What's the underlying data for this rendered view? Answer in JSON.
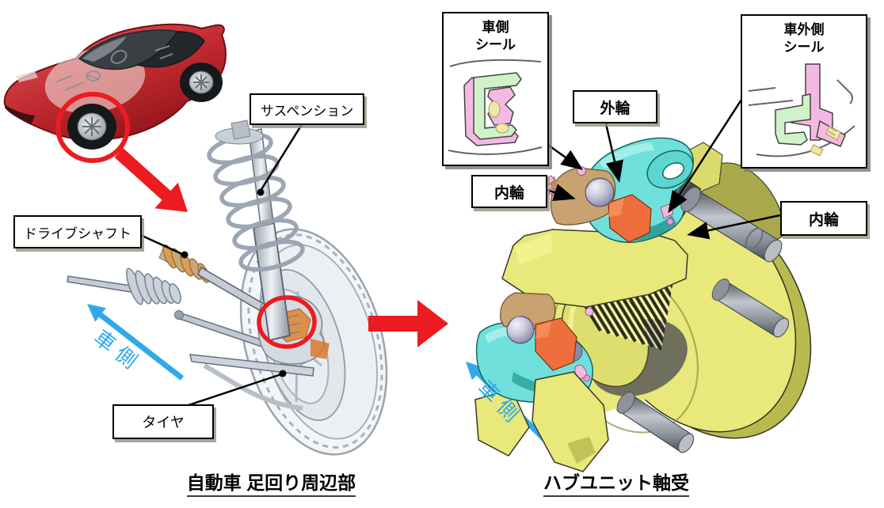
{
  "palette": {
    "accent_red": "#EC1B21",
    "accent_blue": "#2FA9E9",
    "hub_yellow": "#E8E87B",
    "knuckle_cyan": "#6FE0DC",
    "cage_orange": "#EE6F3D",
    "inner_ring_tan": "#C9A272",
    "ball_gray": "#ACACC4",
    "seal_pink": "#F4B9E3",
    "seal_green": "#CFF2C8",
    "seal_beige": "#EFE6A8"
  },
  "left_figure": {
    "labels": {
      "suspension": "サスペンション",
      "drive_shaft": "ドライブシャフト",
      "tire": "タイヤ"
    },
    "vehicle_side_label": "車側",
    "caption": "自動車 足回り周辺部"
  },
  "right_figure": {
    "boxes": {
      "inner_seal": {
        "line1": "車側",
        "line2": "シール"
      },
      "outer_seal": {
        "line1": "車外側",
        "line2": "シール"
      }
    },
    "labels": {
      "outer_ring": "外輪",
      "inner_ring_left": "内輪",
      "inner_ring_right": "内輪"
    },
    "vehicle_side_label": "車側",
    "caption": "ハブユニット軸受"
  }
}
